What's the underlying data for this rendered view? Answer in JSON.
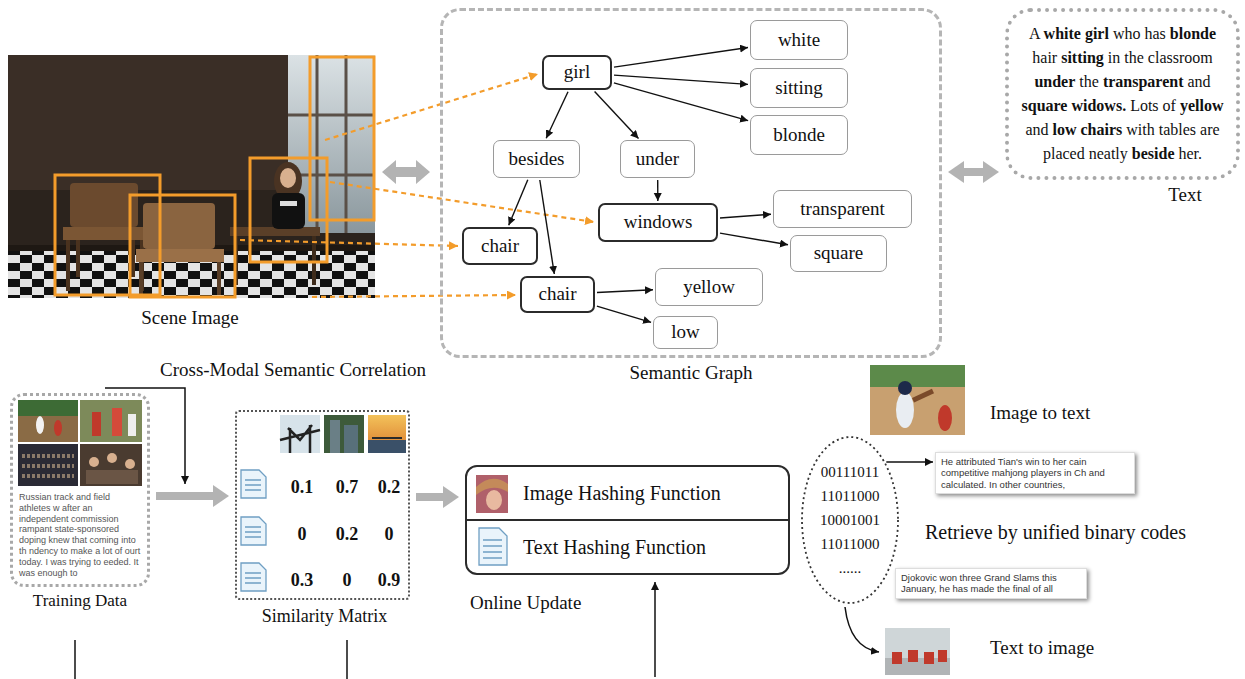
{
  "diagram": {
    "nodes": [
      {
        "text": [
          "Semantic Graph"
        ]
      },
      {
        "text": [
          "girl"
        ],
        "in": 0
      },
      {
        "text": [
          "white"
        ],
        "in": 0
      },
      {
        "text": [
          "sitting"
        ],
        "in": 0
      },
      {
        "text": [
          "blonde"
        ],
        "in": 0
      },
      {
        "text": [
          "besides"
        ],
        "in": 0
      },
      {
        "text": [
          "under"
        ],
        "in": 0
      },
      {
        "text": [
          "chair"
        ],
        "in": 0
      },
      {
        "text": [
          "windows"
        ],
        "in": 0
      },
      {
        "text": [
          "transparent"
        ],
        "in": 0
      },
      {
        "text": [
          "square"
        ],
        "in": 0
      },
      {
        "text": [
          "chair"
        ],
        "in": 0
      },
      {
        "text": [
          "yellow"
        ],
        "in": 0
      },
      {
        "text": [
          "low"
        ],
        "in": 0
      },
      {
        "text": [
          "A white girl who has blonde hair sitting in the classroom under the transparent and square widows. Lots of yellow and low chairs with tables are placed neatly beside her.",
          "Text"
        ]
      },
      {
        "text": [
          "Russian track and field athletes w after an independent commission rampant state-sponsored doping knew that coming into th ndency to make a lot of ourt today. I was trying to eeded. It was enough to",
          "Training Data"
        ]
      },
      {
        "text": [
          "0.1",
          "0.7",
          "0.2",
          "0",
          "0.2",
          "0",
          "0.3",
          "0",
          "0.9",
          "Similarity Matrix"
        ]
      },
      {
        "text": [
          "Image Hashing Function",
          "Text Hashing Function"
        ]
      },
      {
        "text": [
          "00111011",
          "11011000",
          "10001001",
          "11011000",
          "......"
        ]
      },
      {
        "text": [
          "He attributed Tian's win to her cain competitive mahjong players in Ch and calculated. In other countries,"
        ]
      },
      {
        "text": [
          "Djokovic won three Grand Slams this January, he has made the final of all"
        ]
      }
    ],
    "edges": [
      {
        "from": 1,
        "to": 2,
        "arrow": "to"
      },
      {
        "from": 1,
        "to": 3,
        "arrow": "to"
      },
      {
        "from": 1,
        "to": 4,
        "arrow": "to"
      },
      {
        "from": 1,
        "to": 5,
        "arrow": "to"
      },
      {
        "from": 1,
        "to": 6,
        "arrow": "to"
      },
      {
        "from": 5,
        "to": 7,
        "arrow": "to"
      },
      {
        "from": 5,
        "to": 11,
        "arrow": "to"
      },
      {
        "from": 6,
        "to": 8,
        "arrow": "to"
      },
      {
        "from": 8,
        "to": 9,
        "arrow": "to"
      },
      {
        "from": 8,
        "to": 10,
        "arrow": "to"
      },
      {
        "from": 11,
        "to": 12,
        "arrow": "to"
      },
      {
        "from": 11,
        "to": 13,
        "arrow": "to"
      },
      {
        "from": 0,
        "to": 14,
        "arrow": "both"
      },
      {
        "from": 15,
        "to": 16,
        "arrow": "to"
      },
      {
        "from": 16,
        "to": 17,
        "arrow": "to"
      },
      {
        "from": 18,
        "to": 19,
        "arrow": "to"
      }
    ],
    "labels": [
      "Scene Image",
      "Cross-Modal Semantic Correlation",
      "Online Update",
      "Image to text",
      "Retrieve by unified binary codes",
      "Text to image"
    ]
  }
}
